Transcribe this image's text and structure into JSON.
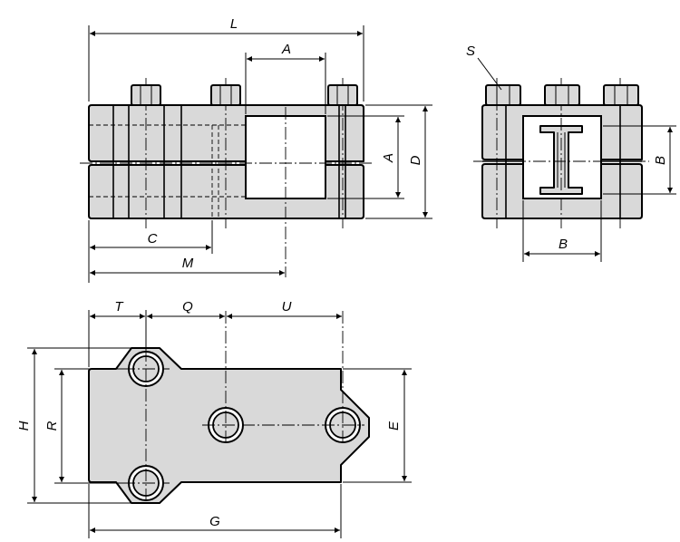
{
  "front_view": {
    "labels": {
      "L": "L",
      "A_top": "A",
      "A_side": "A",
      "D": "D",
      "C": "C",
      "M": "M"
    }
  },
  "side_view": {
    "labels": {
      "S": "S",
      "B_side": "B",
      "B_bottom": "B"
    }
  },
  "top_view": {
    "labels": {
      "T": "T",
      "Q": "Q",
      "U": "U",
      "H": "H",
      "R": "R",
      "E": "E",
      "G": "G"
    }
  },
  "colors": {
    "part_fill": "#d9d9d9",
    "line": "#000000",
    "background": "#ffffff"
  }
}
